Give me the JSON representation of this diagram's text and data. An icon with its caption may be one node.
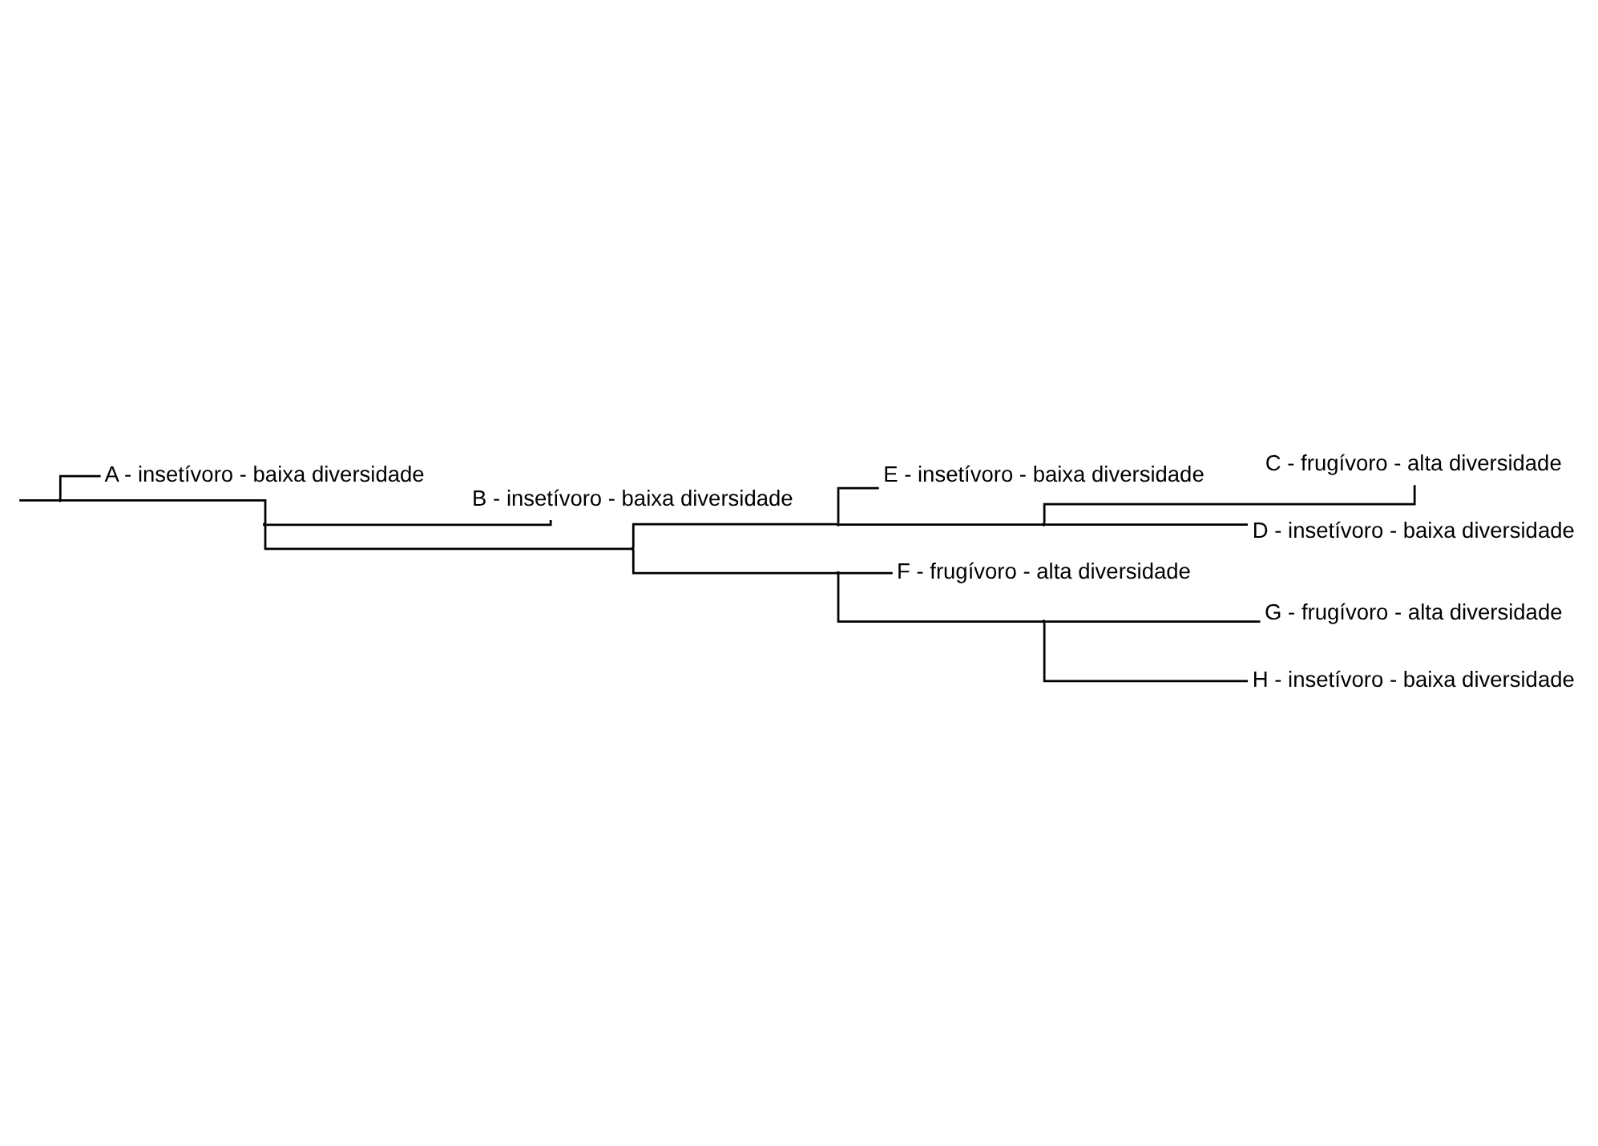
{
  "diagram": {
    "nodes": [
      {
        "text": [
          "A - insetívoro - baixa diversidade"
        ]
      },
      {
        "text": [
          "B - insetívoro - baixa diversidade"
        ]
      },
      {
        "text": [
          "C - frugívoro - alta diversidade"
        ]
      },
      {
        "text": [
          "D - insetívoro - baixa diversidade"
        ]
      },
      {
        "text": [
          "E - insetívoro - baixa diversidade"
        ]
      },
      {
        "text": [
          "F - frugívoro - alta diversidade"
        ]
      },
      {
        "text": [
          "G - frugívoro - alta diversidade"
        ]
      },
      {
        "text": [
          "H - insetívoro - baixa diversidade"
        ]
      },
      {
        "text": [],
        "shape": "point"
      },
      {
        "text": [],
        "shape": "point"
      },
      {
        "text": [],
        "shape": "point"
      },
      {
        "text": [],
        "shape": "point"
      },
      {
        "text": [],
        "shape": "point"
      },
      {
        "text": [],
        "shape": "point"
      },
      {
        "text": [],
        "shape": "point"
      }
    ],
    "edges": [
      {
        "from": null,
        "to": 8,
        "arrow": "none"
      },
      {
        "from": 8,
        "to": 0,
        "arrow": "none"
      },
      {
        "from": 8,
        "to": 9,
        "arrow": "none"
      },
      {
        "from": 9,
        "to": 1,
        "arrow": "none"
      },
      {
        "from": 9,
        "to": 10,
        "arrow": "none"
      },
      {
        "from": 10,
        "to": 11,
        "arrow": "none"
      },
      {
        "from": 10,
        "to": 12,
        "arrow": "none"
      },
      {
        "from": 11,
        "to": 13,
        "arrow": "none"
      },
      {
        "from": 11,
        "to": 4,
        "arrow": "none"
      },
      {
        "from": 13,
        "to": 2,
        "arrow": "none"
      },
      {
        "from": 13,
        "to": 3,
        "arrow": "none"
      },
      {
        "from": 12,
        "to": 5,
        "arrow": "none"
      },
      {
        "from": 12,
        "to": 14,
        "arrow": "none"
      },
      {
        "from": 14,
        "to": 6,
        "arrow": "none"
      },
      {
        "from": 14,
        "to": 7,
        "arrow": "none"
      }
    ]
  }
}
